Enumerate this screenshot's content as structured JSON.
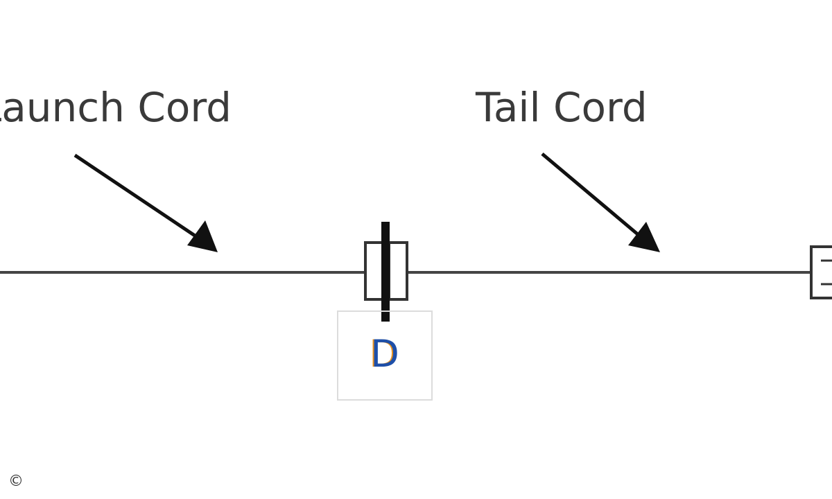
{
  "labels": {
    "launch_cord": "Launch Cord",
    "tail_cord": "Tail Cord",
    "connector": "D",
    "copyright": "©"
  },
  "colors": {
    "text": "#3a3a3a",
    "line": "#444444",
    "arrow": "#111111",
    "connector_letter": "#1e4fa8",
    "connector_letter_edge": "#e8911e",
    "box_border": "#dcdcdc"
  }
}
